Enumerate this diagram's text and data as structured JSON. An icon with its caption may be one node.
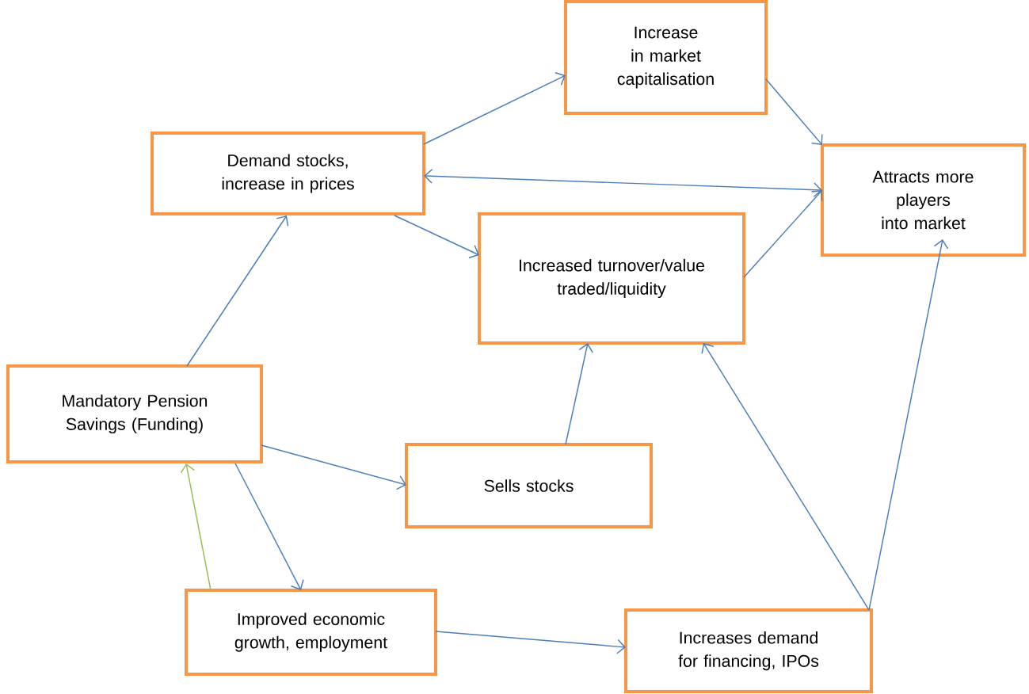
{
  "diagram": {
    "nodes": [
      {
        "text": [
          "Increase in market capitalisation"
        ]
      },
      {
        "text": [
          "Demand stocks, increase in prices"
        ]
      },
      {
        "text": [
          "Attracts more players into market"
        ]
      },
      {
        "text": [
          "Increased turnover/value traded/liquidity"
        ]
      },
      {
        "text": [
          "Mandatory Pension Savings (Funding)"
        ]
      },
      {
        "text": [
          "Sells stocks"
        ]
      },
      {
        "text": [
          "Improved economic growth, employment"
        ]
      },
      {
        "text": [
          "Increases demand for financing, IPOs"
        ]
      }
    ],
    "edges": [
      {
        "from": 1,
        "to": 0,
        "arrow": "to"
      },
      {
        "from": 0,
        "to": 2,
        "arrow": "to"
      },
      {
        "from": 2,
        "to": 1,
        "arrow": "both"
      },
      {
        "from": 1,
        "to": 3,
        "arrow": "to"
      },
      {
        "from": 3,
        "to": 2,
        "arrow": "to"
      },
      {
        "from": 4,
        "to": 1,
        "arrow": "to"
      },
      {
        "from": 4,
        "to": 5,
        "arrow": "to"
      },
      {
        "from": 5,
        "to": 3,
        "arrow": "to"
      },
      {
        "from": 4,
        "to": 6,
        "arrow": "to"
      },
      {
        "from": 6,
        "to": 4,
        "arrow": "to",
        "color": "#9bbb59"
      },
      {
        "from": 6,
        "to": 7,
        "arrow": "to"
      },
      {
        "from": 7,
        "to": 3,
        "arrow": "to"
      },
      {
        "from": 7,
        "to": 2,
        "arrow": "to"
      }
    ]
  }
}
